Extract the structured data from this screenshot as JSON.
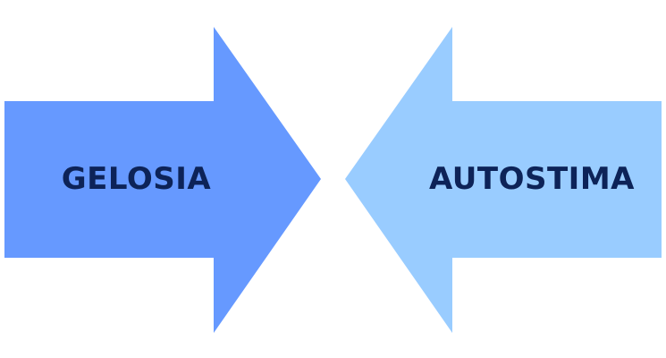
{
  "arrows": {
    "left": {
      "label": "GELOSIA",
      "fill": "#6699ff",
      "direction": "right"
    },
    "right": {
      "label": "AUTOSTIMA",
      "fill": "#99ccff",
      "direction": "left"
    }
  },
  "colors": {
    "text": "#0d2358",
    "background": "#ffffff"
  }
}
